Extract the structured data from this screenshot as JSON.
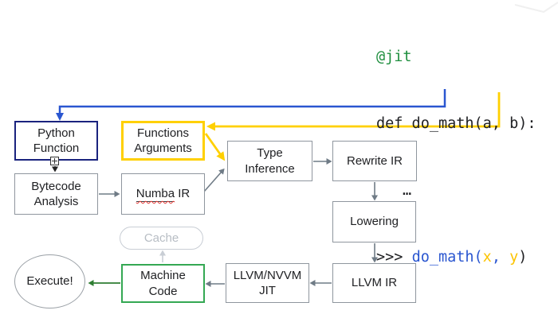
{
  "code": {
    "decorator": "@jit",
    "definition": "def do_math(a, b):",
    "body_ellipsis": "…",
    "repl": {
      "prompt": ">>> ",
      "call": "do_math(",
      "arg_x": "x",
      "separator": ", ",
      "arg_y": "y",
      "close_paren": ")"
    }
  },
  "diagram": {
    "nodes": {
      "python_function": {
        "line1": "Python",
        "line2": "Function"
      },
      "functions_arguments": {
        "line1": "Functions",
        "line2": "Arguments"
      },
      "bytecode_analysis": {
        "line1": "Bytecode",
        "line2": "Analysis"
      },
      "numba_ir": {
        "misspelled_word": "Numba",
        "rest": " IR"
      },
      "type_inference": {
        "line1": "Type",
        "line2": "Inference"
      },
      "rewrite_ir": "Rewrite IR",
      "lowering": "Lowering",
      "llvm_ir": "LLVM IR",
      "llvm_nvvm_jit": {
        "line1": "LLVM/NVVM",
        "line2": "JIT"
      },
      "machine_code": {
        "line1": "Machine",
        "line2": "Code"
      },
      "cache": "Cache",
      "execute": "Execute!"
    }
  },
  "colors": {
    "code_green": "#1e8e3e",
    "code_blue": "#2a56d0",
    "accent_yellow": "#ffd000",
    "navy_border": "#1a237e",
    "green_border": "#34a853",
    "green_arrow": "#2e7d32",
    "gray_border": "#8f969e",
    "gray_arrow": "#6f7b86",
    "cache_gray": "#c9ced5",
    "text": "#202124"
  }
}
